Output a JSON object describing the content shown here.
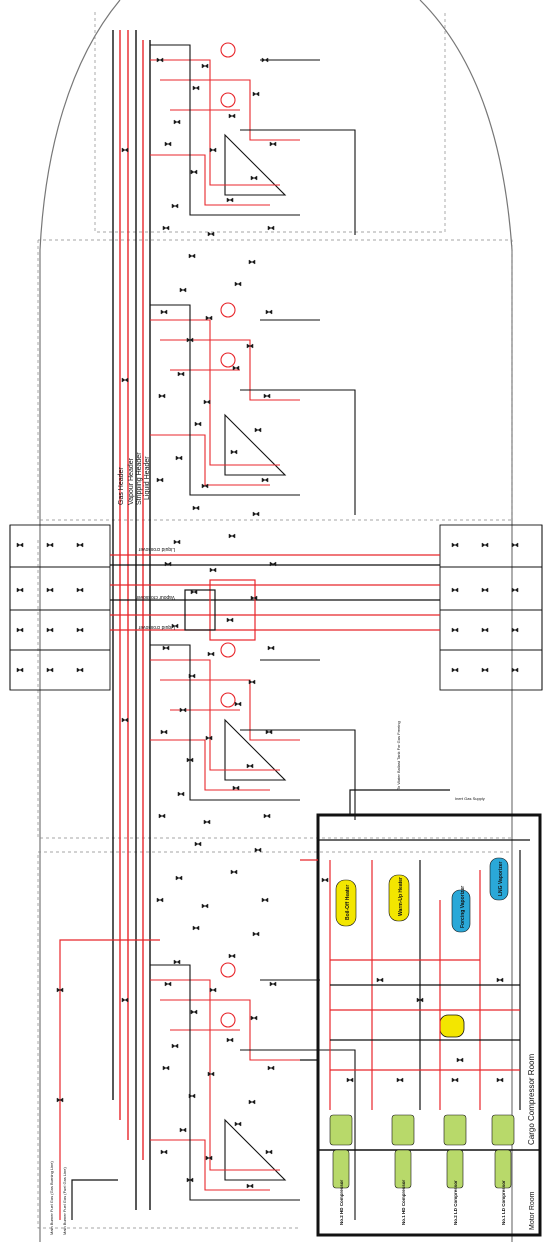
{
  "colors": {
    "pipe_red": "#e8262b",
    "pipe_black": "#111111",
    "hull": "#777777",
    "dashed": "#888888",
    "heater_yellow": "#f3e600",
    "vaporizer_cyan": "#2aa8d8",
    "compressor_green": "#b8d96a",
    "valve_dark": "#1a1a1a"
  },
  "labels": {
    "gas_header": "Gas Header",
    "vapour_header": "Vapour Header",
    "stripping_header": "Stripping Header",
    "liquid_header": "Liquid Header",
    "liquid_crossover": "Liquid crossover",
    "vapour_crossover": "Vapour crossover",
    "cargo_compressor_room": "Cargo Compressor Room",
    "motor_room": "Motor Room",
    "hd_comp_2": "No.2 HD Compressor",
    "hd_comp_1": "No.1 HD Compressor",
    "ld_comp_2": "No.2 LD Compressor",
    "ld_comp_1": "No.1 LD Compressor",
    "boil_off_heater": "Boil-Off Heater",
    "warm_up_heater": "Warm-Up Heater",
    "forcing_vaporizer": "Forcing Vaporizer",
    "lng_vaporizer": "LNG Vaporizer",
    "main_burner_fuel_gas": "Main Burner Fuel Gas (Gas Burning Line)",
    "main_burner_fuel_gas_2": "Main Burner Fuel Gas (Fuel Gas Line)",
    "to_water_ballast": "To Water Ballast Tank For Gas Freeing",
    "inert_gas_supply": "Inert Gas Supply"
  }
}
